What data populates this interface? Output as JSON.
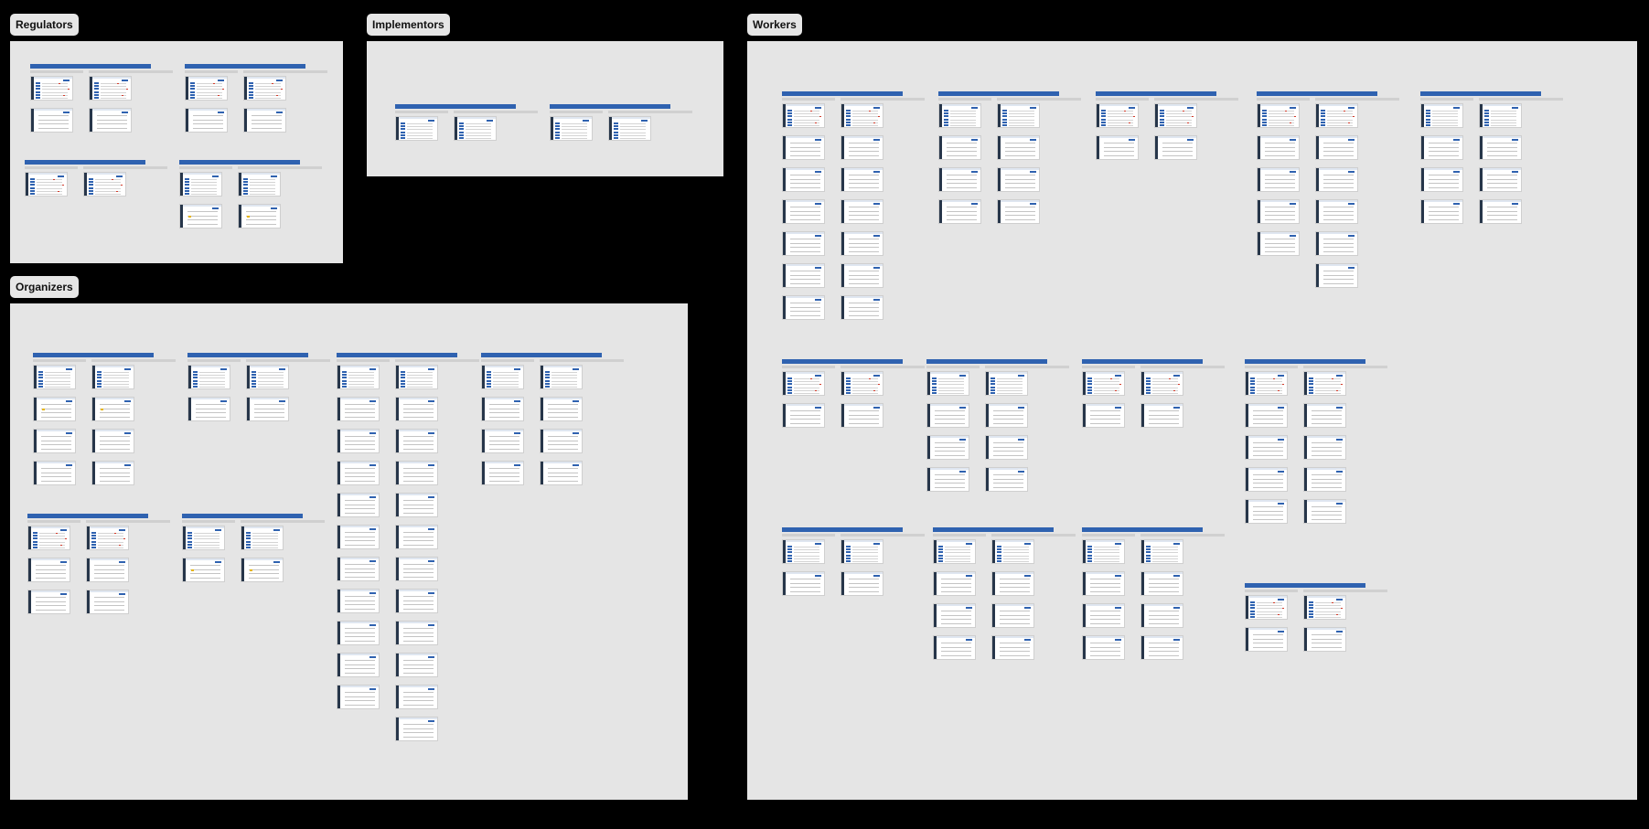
{
  "sections": [
    {
      "id": "regulators",
      "label": "Regulators"
    },
    {
      "id": "implementors",
      "label": "Implementors"
    },
    {
      "id": "workers",
      "label": "Workers"
    },
    {
      "id": "organizers",
      "label": "Organizers"
    }
  ],
  "colors": {
    "canvas_bg": "#000000",
    "frame_bg": "#e5e5e5",
    "label_bg": "#e6e6e6",
    "flow_header": "#2f62b0",
    "sidebar": "#27364a",
    "status_red": "#d23a2a",
    "status_yellow": "#e6b400"
  }
}
